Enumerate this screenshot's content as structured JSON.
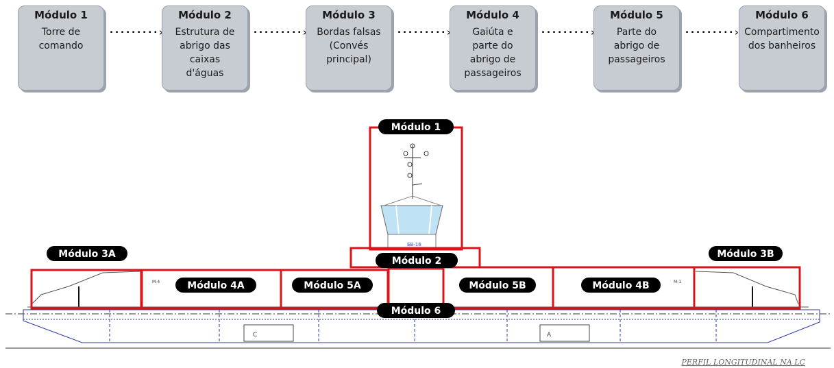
{
  "flow_modules": [
    {
      "title": "Módulo 1",
      "desc": "Torre de\ncomando"
    },
    {
      "title": "Módulo 2",
      "desc": "Estrutura de\nabrigo das\ncaixas\nd'águas"
    },
    {
      "title": "Módulo 3",
      "desc": "Bordas falsas\n(Convés\nprincipal)"
    },
    {
      "title": "Módulo 4",
      "desc": "Gaiúta e\nparte do\nabrigo de\npassageiros"
    },
    {
      "title": "Módulo 5",
      "desc": "Parte do\nabrigo de\npassageiros"
    },
    {
      "title": "Módulo 6",
      "desc": "Compartimento\ndos banheiros"
    }
  ],
  "arrow_glyph": "·········›",
  "drawing": {
    "labels": {
      "m1": "Módulo 1",
      "m2": "Módulo 2",
      "m3a": "Módulo 3A",
      "m3b": "Módulo 3B",
      "m4a": "Módulo 4A",
      "m4b": "Módulo 4B",
      "m5a": "Módulo 5A",
      "m5b": "Módulo 5B",
      "m6": "Módulo 6"
    },
    "tower_tag": "EB-16",
    "small_tags": {
      "left": "M-4",
      "right": "M-1",
      "hatch_left": "C",
      "hatch_right": "A"
    },
    "caption": "PERFIL LONGITUDINAL NA LC"
  },
  "colors": {
    "highlight": "#d9151c",
    "box_fill": "#c7ccd3",
    "pill": "#000000",
    "glass": "#bfe3f4",
    "hull_line": "#2b3aa8"
  }
}
